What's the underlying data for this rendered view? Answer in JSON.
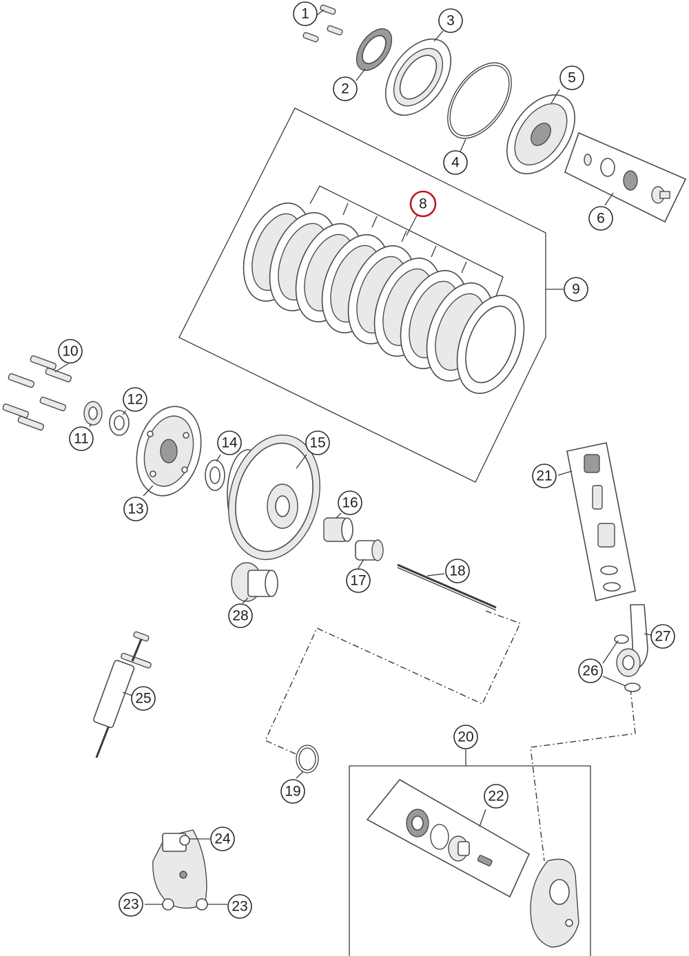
{
  "diagram": {
    "highlighted_callout": "8",
    "highlight_color": "#c0141c",
    "line_color": "#3a3a3a",
    "callouts": [
      {
        "id": "c1",
        "label": "1"
      },
      {
        "id": "c2",
        "label": "2"
      },
      {
        "id": "c3",
        "label": "3"
      },
      {
        "id": "c4",
        "label": "4"
      },
      {
        "id": "c5",
        "label": "5"
      },
      {
        "id": "c6",
        "label": "6"
      },
      {
        "id": "c8",
        "label": "8"
      },
      {
        "id": "c9",
        "label": "9"
      },
      {
        "id": "c10",
        "label": "10"
      },
      {
        "id": "c11",
        "label": "11"
      },
      {
        "id": "c12",
        "label": "12"
      },
      {
        "id": "c13",
        "label": "13"
      },
      {
        "id": "c14",
        "label": "14"
      },
      {
        "id": "c15",
        "label": "15"
      },
      {
        "id": "c16",
        "label": "16"
      },
      {
        "id": "c17",
        "label": "17"
      },
      {
        "id": "c18",
        "label": "18"
      },
      {
        "id": "c19",
        "label": "19"
      },
      {
        "id": "c20",
        "label": "20"
      },
      {
        "id": "c21",
        "label": "21"
      },
      {
        "id": "c22",
        "label": "22"
      },
      {
        "id": "c23a",
        "label": "23"
      },
      {
        "id": "c23b",
        "label": "23"
      },
      {
        "id": "c24",
        "label": "24"
      },
      {
        "id": "c25",
        "label": "25"
      },
      {
        "id": "c26",
        "label": "26"
      },
      {
        "id": "c27",
        "label": "27"
      },
      {
        "id": "c28",
        "label": "28"
      }
    ]
  }
}
